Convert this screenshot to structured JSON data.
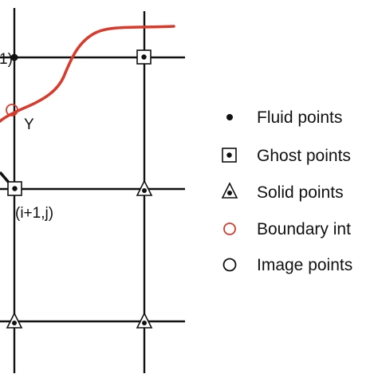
{
  "labels": {
    "top_left_fragment": "1)",
    "intercept_point": "Y",
    "ghost_point": "(i+1,j)"
  },
  "legend": [
    {
      "symbol": "fluid-point",
      "label": "Fluid points"
    },
    {
      "symbol": "ghost-point",
      "label": "Ghost points"
    },
    {
      "symbol": "solid-point",
      "label": "Solid points"
    },
    {
      "symbol": "boundary-intercept",
      "label": "Boundary int"
    },
    {
      "symbol": "image-point",
      "label": "Image points"
    }
  ],
  "colors": {
    "boundary": "#d93a2b",
    "grid": "#111111",
    "text": "#111111"
  }
}
